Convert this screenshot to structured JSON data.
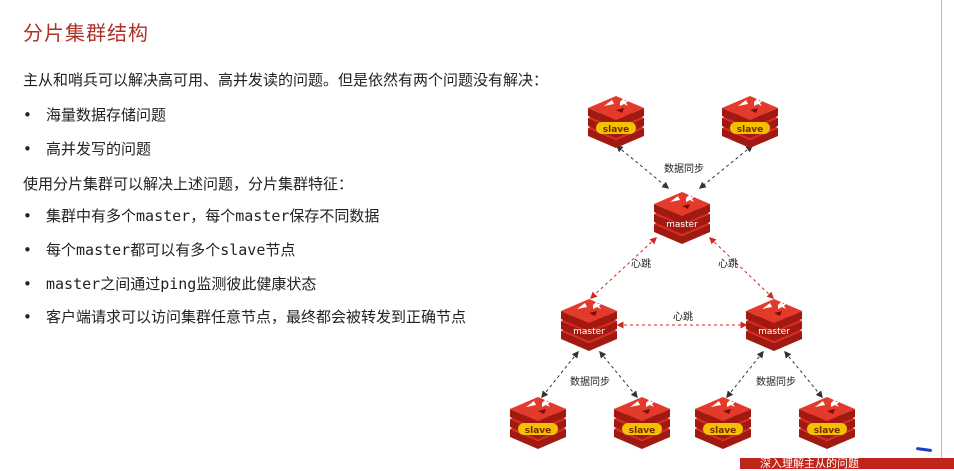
{
  "title": "分片集群结构",
  "intro": "主从和哨兵可以解决高可用、高并发读的问题。但是依然有两个问题没有解决：",
  "problems": [
    "海量数据存储问题",
    "高并发写的问题"
  ],
  "solution_intro": "使用分片集群可以解决上述问题，分片集群特征：",
  "features": [
    {
      "a": "集群中有多个",
      "b": "master",
      "c": "，每个",
      "d": "master",
      "e": "保存不同数据"
    },
    {
      "a": "每个",
      "b": "master",
      "c": "都可以有多个",
      "d": "slave",
      "e": "节点"
    },
    {
      "a": "",
      "b": "master",
      "c": "之间通过",
      "d": "ping",
      "e": "监测彼此健康状态"
    },
    {
      "a": "客户端请求可以访问集群任意节点，最终都会被转发到正确节点",
      "b": "",
      "c": "",
      "d": "",
      "e": ""
    }
  ],
  "bullet_symbol": "•",
  "diagram": {
    "node_labels": {
      "master": "master",
      "slave": "slave"
    },
    "edge_labels": {
      "sync": "数据同步",
      "heartbeat": "心跳"
    },
    "colors": {
      "redis_red": "#d8271c",
      "redis_dark": "#a11a12",
      "slave_badge": "#f2c200",
      "arrow": "#333333",
      "heartbeat_arrow": "#cc2a22"
    }
  },
  "footer_banner": "深入理解主从的问题"
}
